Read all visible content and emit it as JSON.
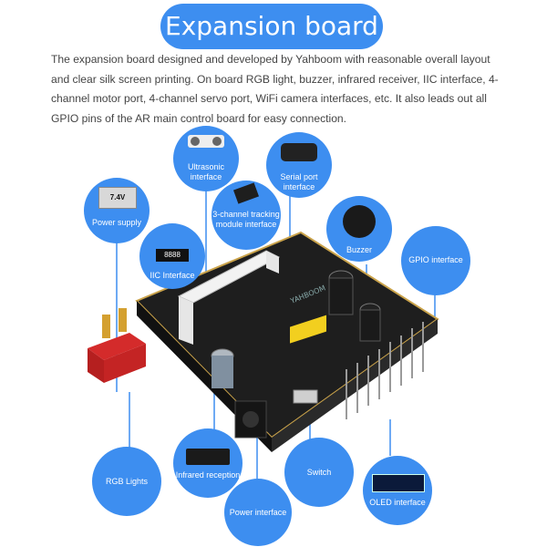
{
  "header": {
    "title": "Expansion board"
  },
  "description": "The expansion board designed and developed by Yahboom with reasonable overall layout and clear silk screen printing. On board RGB light, buzzer, infrared receiver, IIC interface, 4-channel motor port, 4-channel servo port, WiFi camera interfaces, etc. It also leads out all GPIO pins of the AR main control board for easy connection.",
  "callouts": {
    "ultrasonic": "Ultrasonic interface",
    "serial": "Serial port interface",
    "power_supply": "Power supply",
    "tracking": "3-channel tracking module interface",
    "buzzer": "Buzzer",
    "iic": "IIC Interface",
    "gpio": "GPIO interface",
    "rgb": "RGB Lights",
    "infrared": "Infrared reception",
    "switch": "Switch",
    "oled": "OLED interface",
    "power_interface": "Power interface"
  },
  "illustrations": {
    "battery_label": "7.4V",
    "iic_display": "8888",
    "board_print": "YAHBOOM"
  },
  "colors": {
    "accent": "#3d8ef0",
    "board": "#1e1e1e",
    "battery": "#d8d8d8",
    "connector": "#d42b2b"
  }
}
